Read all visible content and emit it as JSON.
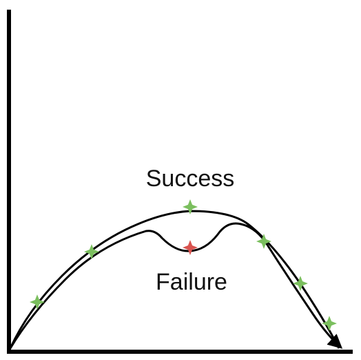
{
  "labels": {
    "success": "Success",
    "failure": "Failure"
  },
  "colors": {
    "axis": "#000000",
    "curve": "#000000",
    "success_marker": "#7bbf5e",
    "failure_marker": "#d9534f"
  },
  "markers": [
    {
      "kind": "success",
      "on": "success-path"
    },
    {
      "kind": "success",
      "on": "success-path"
    },
    {
      "kind": "success",
      "on": "success-path"
    },
    {
      "kind": "success",
      "on": "success-path"
    },
    {
      "kind": "success",
      "on": "success-path"
    },
    {
      "kind": "success",
      "on": "success-path"
    },
    {
      "kind": "failure",
      "on": "failure-dip"
    }
  ]
}
